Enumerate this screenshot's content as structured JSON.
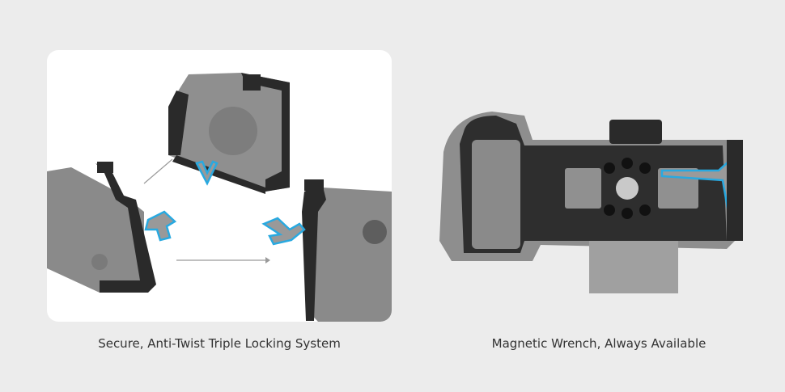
{
  "features": [
    {
      "caption": "Secure, Anti-Twist Triple Locking System",
      "image": "camera-cage-locking-illustration"
    },
    {
      "caption": "Magnetic Wrench, Always Available",
      "image": "camera-cage-bottom-wrench-illustration"
    }
  ],
  "colors": {
    "background": "#ececec",
    "card": "#ffffff",
    "highlight": "#29a9e0",
    "cage": "#2a2a2a",
    "camera": "#8a8a8a"
  }
}
